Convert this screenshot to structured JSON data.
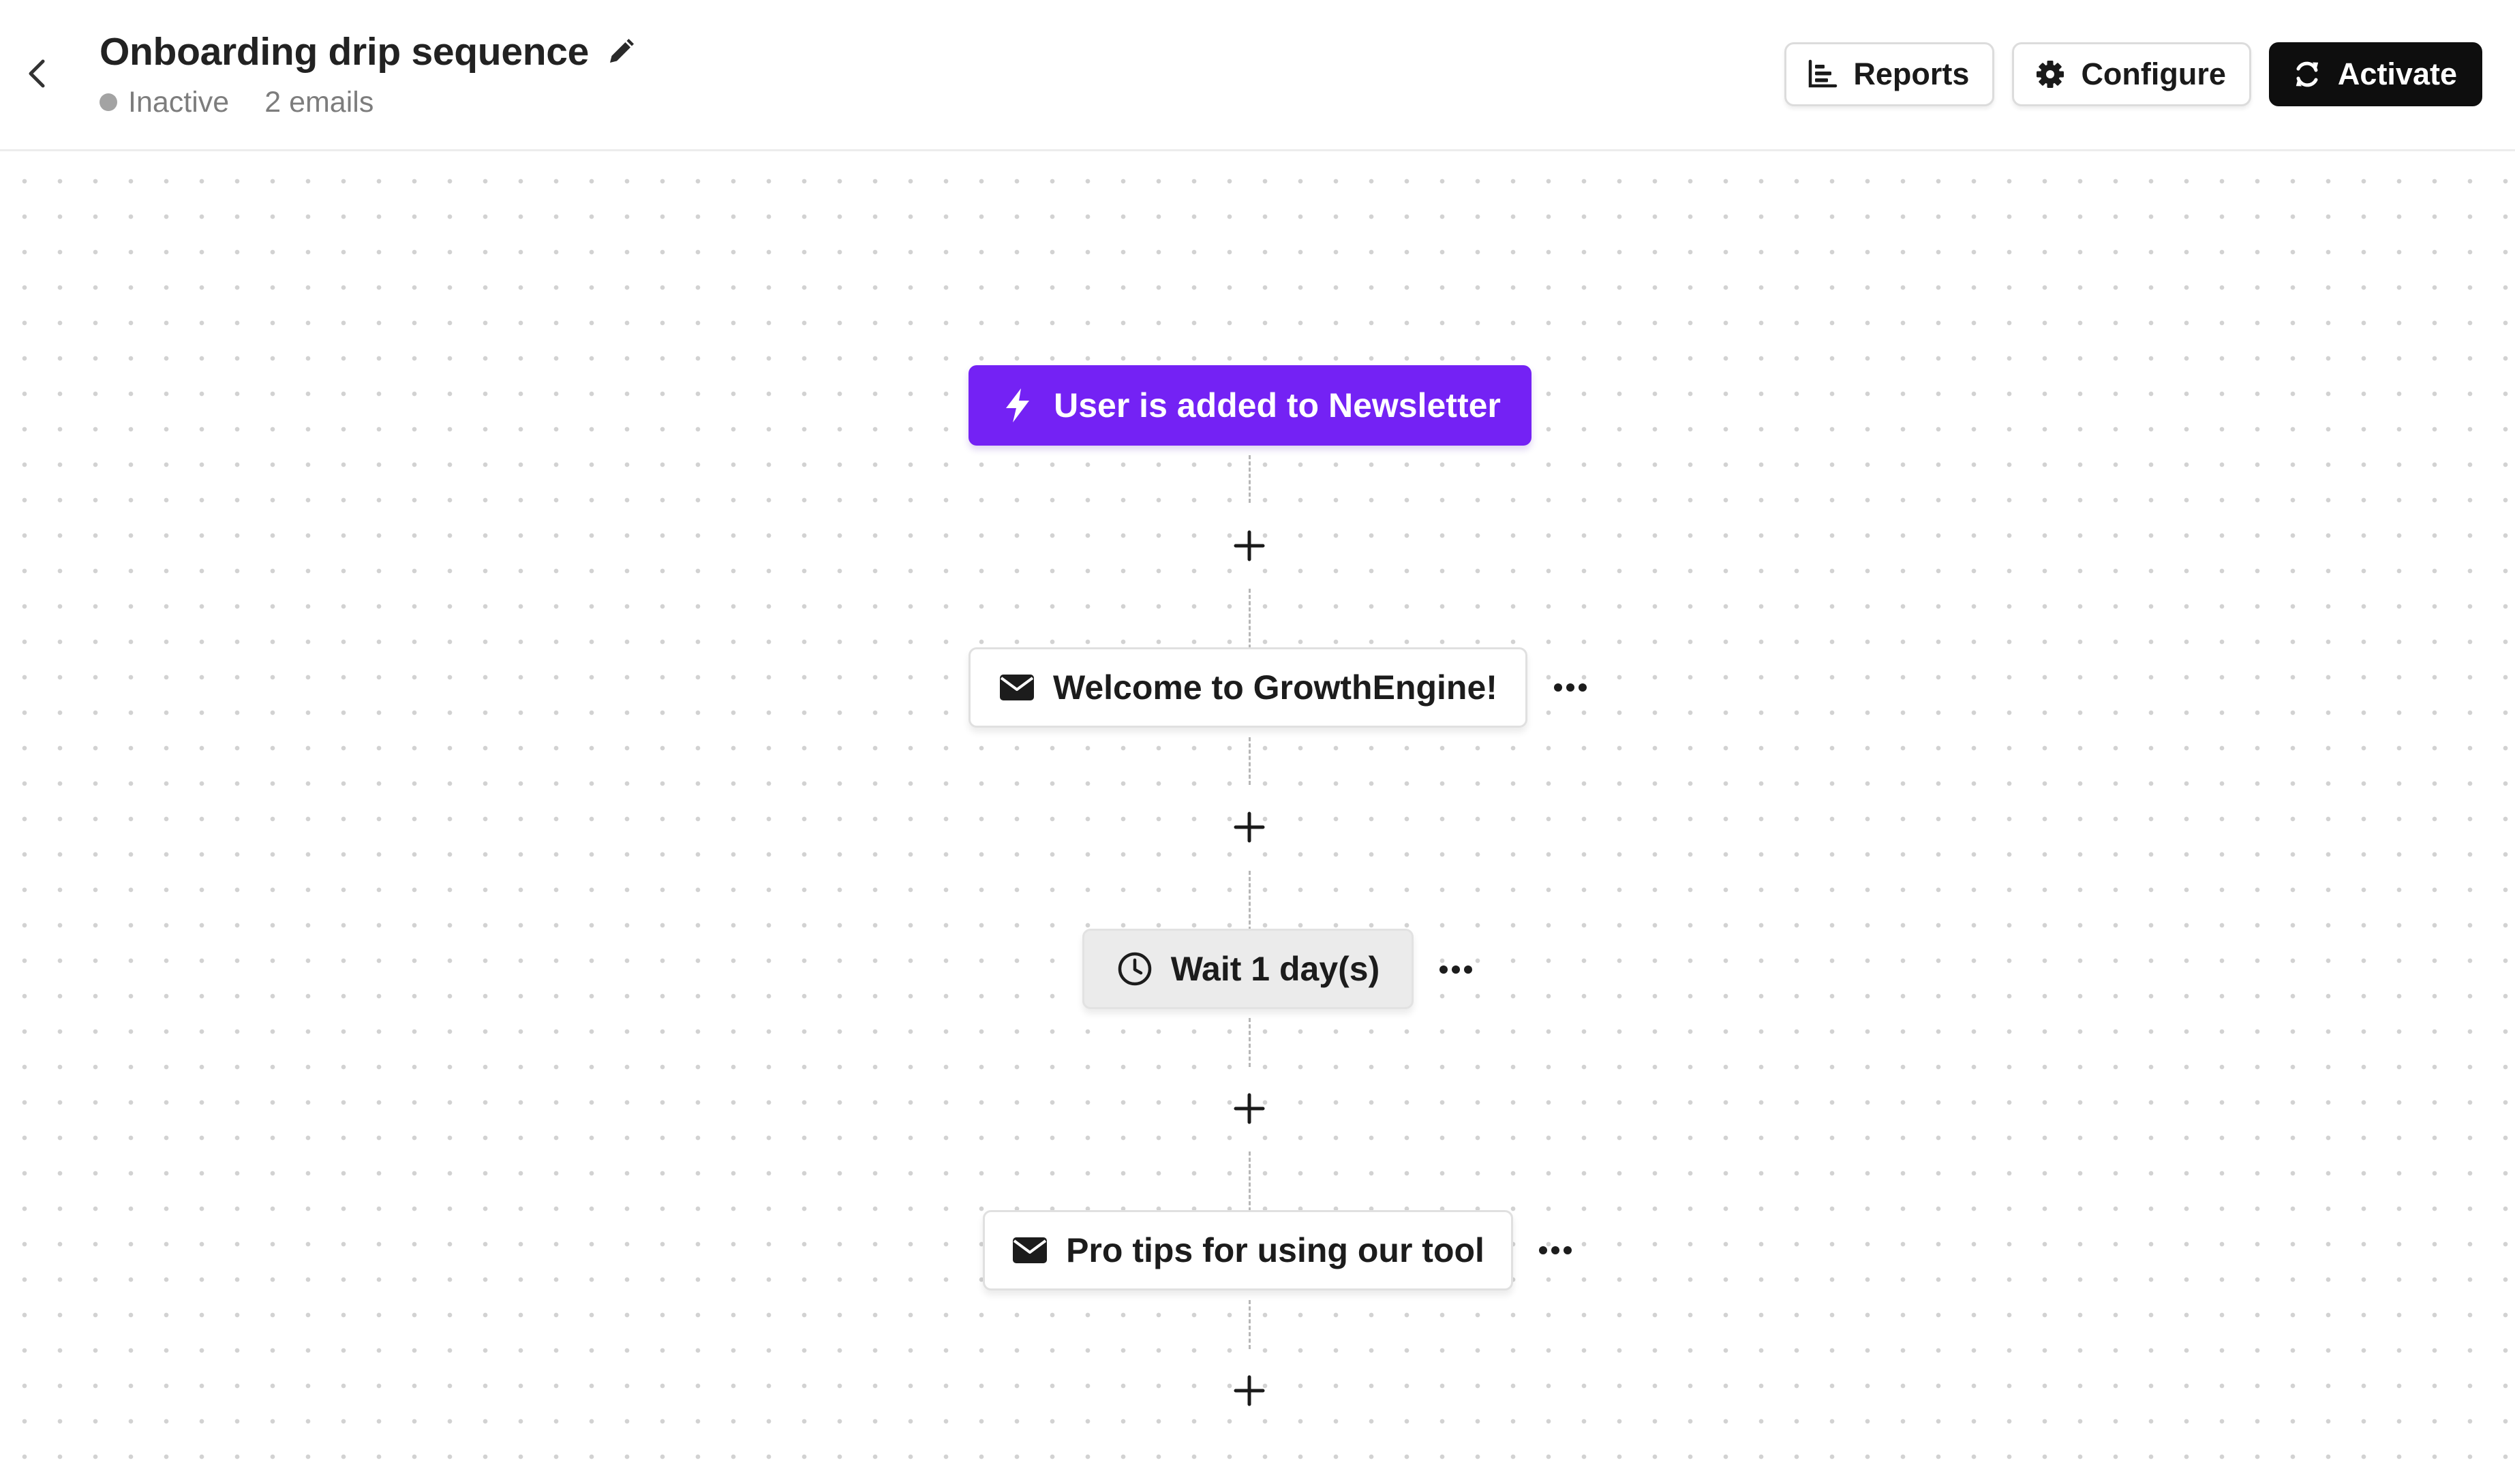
{
  "header": {
    "title": "Onboarding drip sequence",
    "status": "Inactive",
    "email_count": "2 emails",
    "actions": {
      "reports": "Reports",
      "configure": "Configure",
      "activate": "Activate"
    }
  },
  "flow": {
    "trigger": {
      "label": "User is added to Newsletter",
      "icon": "bolt-icon"
    },
    "steps": [
      {
        "type": "email",
        "label": "Welcome to GrowthEngine!",
        "icon": "envelope-icon"
      },
      {
        "type": "wait",
        "label": "Wait 1 day(s)",
        "icon": "clock-icon"
      },
      {
        "type": "email",
        "label": "Pro tips for using our tool",
        "icon": "envelope-icon"
      }
    ]
  },
  "colors": {
    "trigger": "#7422f4",
    "activate": "#0e0e0e",
    "status_dot": "#a3a3a3",
    "wait_node": "#ebebeb"
  }
}
